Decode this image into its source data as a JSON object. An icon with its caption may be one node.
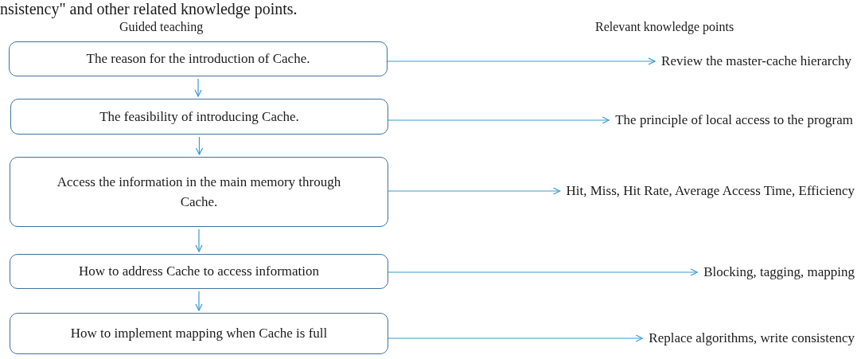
{
  "diagram": {
    "nodes": [
      {
        "text": [
          "The reason for the introduction of Cache."
        ]
      },
      {
        "text": [
          "The feasibility of introducing Cache."
        ]
      },
      {
        "text": [
          "Access the information in the main memory through Cache."
        ]
      },
      {
        "text": [
          "How to address Cache to access information"
        ]
      },
      {
        "text": [
          "How to implement mapping when Cache is full"
        ]
      },
      {
        "text": [
          "Review the master-cache hierarchy"
        ]
      },
      {
        "text": [
          "The principle of local access to the program"
        ]
      },
      {
        "text": [
          "Hit, Miss, Hit Rate, Average Access Time, Efficiency"
        ]
      },
      {
        "text": [
          "Blocking, tagging, mapping"
        ]
      },
      {
        "text": [
          "Replace algorithms, write consistency"
        ]
      }
    ],
    "edges": [
      {
        "from": 0,
        "to": 1,
        "arrow": "to"
      },
      {
        "from": 1,
        "to": 2,
        "arrow": "to"
      },
      {
        "from": 2,
        "to": 3,
        "arrow": "to"
      },
      {
        "from": 3,
        "to": 4,
        "arrow": "to"
      },
      {
        "from": 0,
        "to": 5,
        "arrow": "to"
      },
      {
        "from": 1,
        "to": 6,
        "arrow": "to"
      },
      {
        "from": 2,
        "to": 7,
        "arrow": "to"
      },
      {
        "from": 3,
        "to": 8,
        "arrow": "to"
      },
      {
        "from": 4,
        "to": 9,
        "arrow": "to"
      }
    ],
    "labels": [
      "nsistency\" and other related knowledge points.",
      "Guided teaching",
      "Relevant knowledge points"
    ]
  }
}
